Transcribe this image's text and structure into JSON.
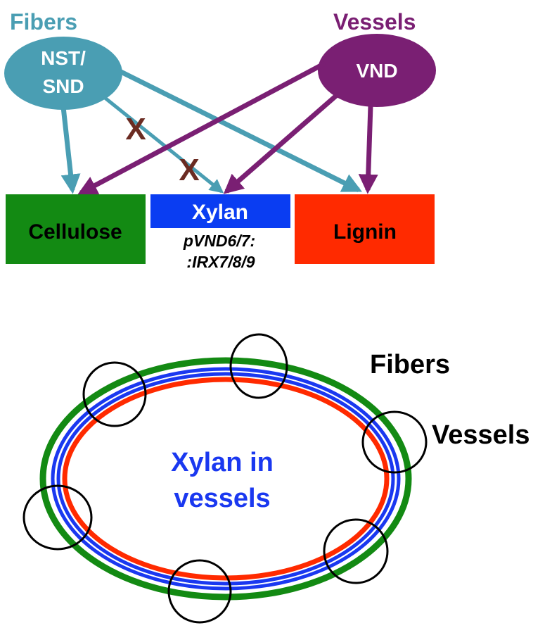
{
  "top": {
    "fibers_title": "Fibers",
    "vessels_title": "Vessels",
    "nst_line1": "NST/",
    "nst_line2": "SND",
    "vnd": "VND",
    "cellulose": "Cellulose",
    "xylan": "Xylan",
    "lignin": "Lignin",
    "construct_line1": "pVND6/7:",
    "construct_line2": ":IRX7/8/9",
    "block_mark_1": "X",
    "block_mark_2": "X"
  },
  "bottom": {
    "fibers": "Fibers",
    "vessels": "Vessels",
    "center_line1": "Xylan in",
    "center_line2": "vessels"
  },
  "colors": {
    "fibers": "#4a9eb3",
    "vessels": "#7a1f73",
    "cellulose": "#138a13",
    "xylan": "#0a3df2",
    "lignin": "#ff2a00",
    "block_mark": "#6b2b22",
    "cell_wall_green": "#138a13",
    "cell_wall_blue": "#1a38f0",
    "cell_wall_red": "#ff2a00"
  }
}
